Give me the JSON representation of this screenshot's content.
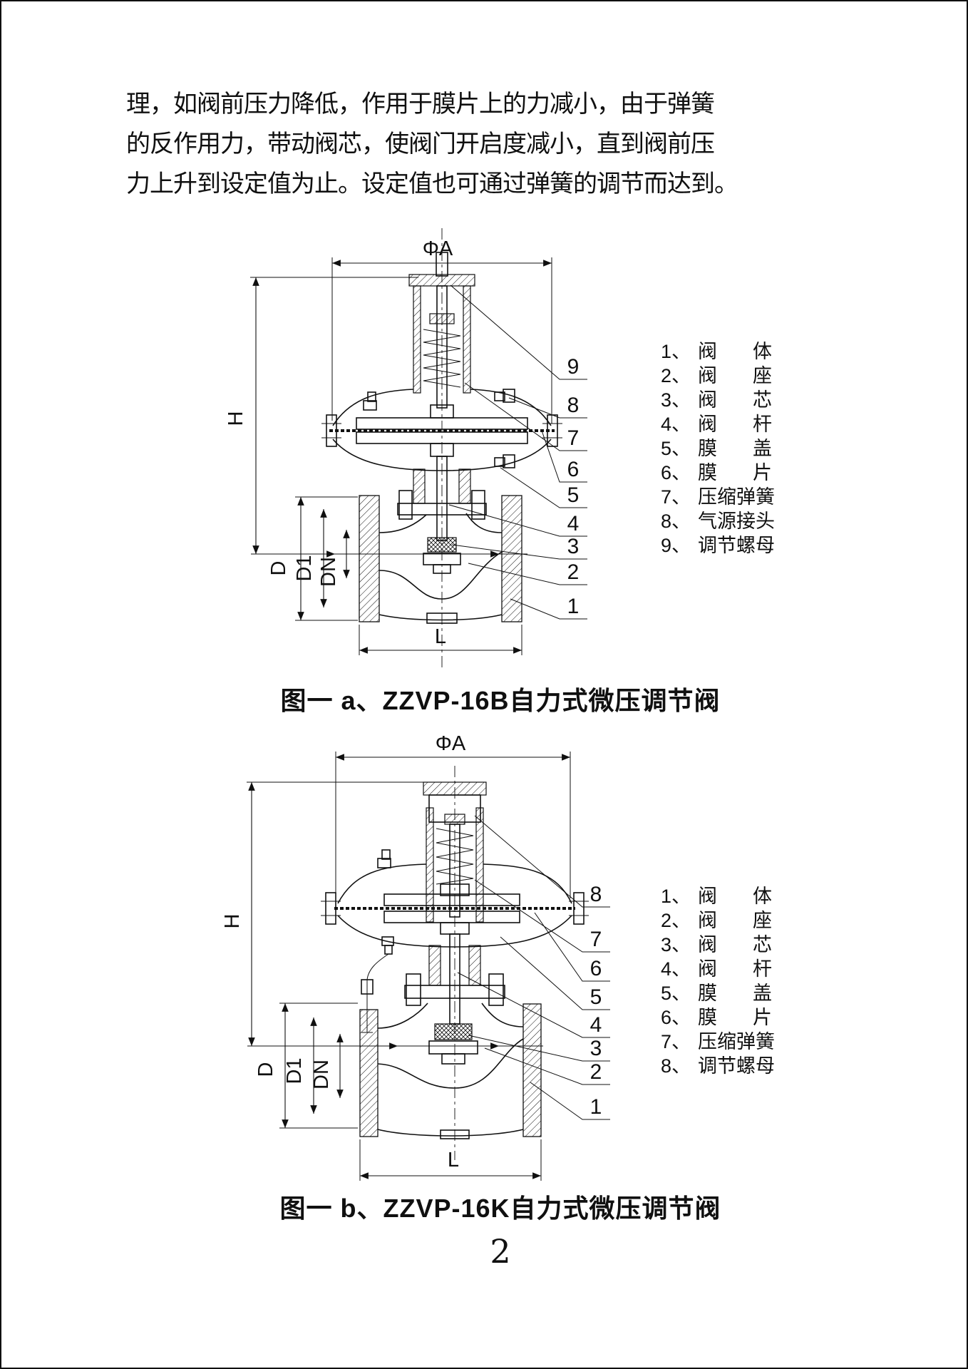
{
  "paragraph": {
    "lines": [
      "理，如阀前压力降低，作用于膜片上的力减小，由于弹簧",
      "的反作用力，带动阀芯，使阀门开启度减小，直到阀前压",
      "力上升到设定值为止。设定值也可通过弹簧的调节而达到。"
    ]
  },
  "dim_labels": {
    "phiA": "ΦA",
    "h": "H",
    "d": "D",
    "d1": "D1",
    "dn": "DN",
    "l": "L"
  },
  "figure_a": {
    "caption": "图一 a、ZZVP-16B自力式微压调节阀",
    "callouts": [
      "9",
      "8",
      "7",
      "6",
      "5",
      "4",
      "3",
      "2",
      "1"
    ],
    "legend": [
      {
        "num": "1、",
        "name": "阀体"
      },
      {
        "num": "2、",
        "name": "阀座"
      },
      {
        "num": "3、",
        "name": "阀芯"
      },
      {
        "num": "4、",
        "name": "阀杆"
      },
      {
        "num": "5、",
        "name": "膜盖"
      },
      {
        "num": "6、",
        "name": "膜片"
      },
      {
        "num": "7、",
        "name": "压缩弹簧"
      },
      {
        "num": "8、",
        "name": "气源接头"
      },
      {
        "num": "9、",
        "name": "调节螺母"
      }
    ]
  },
  "figure_b": {
    "caption": "图一 b、ZZVP-16K自力式微压调节阀",
    "callouts": [
      "8",
      "7",
      "6",
      "5",
      "4",
      "3",
      "2",
      "1"
    ],
    "legend": [
      {
        "num": "1、",
        "name": "阀体"
      },
      {
        "num": "2、",
        "name": "阀座"
      },
      {
        "num": "3、",
        "name": "阀芯"
      },
      {
        "num": "4、",
        "name": "阀杆"
      },
      {
        "num": "5、",
        "name": "膜盖"
      },
      {
        "num": "6、",
        "name": "膜片"
      },
      {
        "num": "7、",
        "name": "压缩弹簧"
      },
      {
        "num": "8、",
        "name": "调节螺母"
      }
    ]
  },
  "page": {
    "number": "2"
  }
}
